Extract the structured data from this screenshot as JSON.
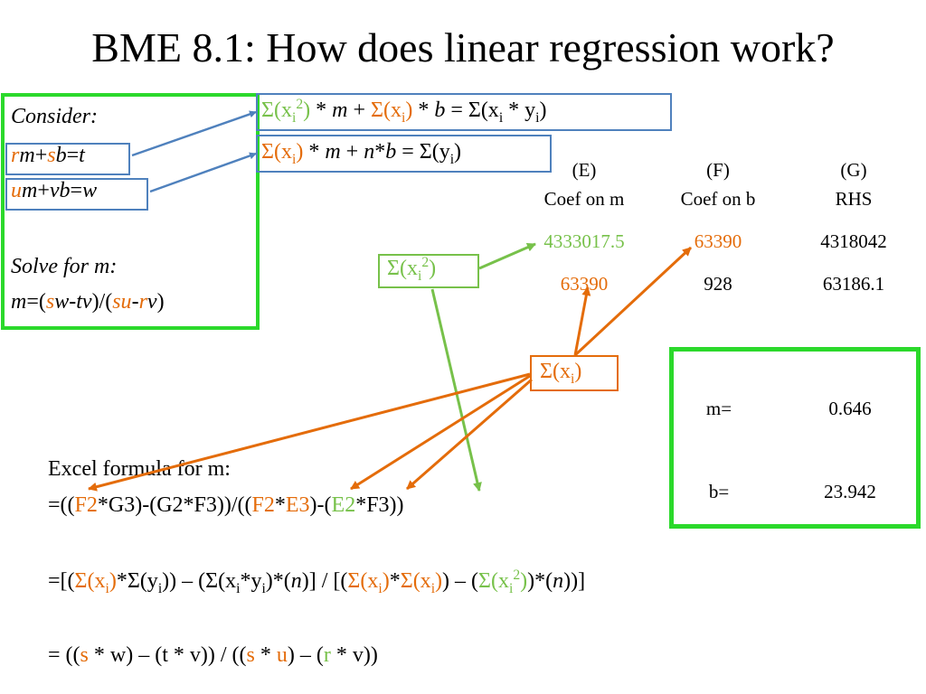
{
  "title": "BME 8.1: How does linear regression work?",
  "consider": {
    "label": "Consider:",
    "eq1": {
      "r": "r",
      "m": "m",
      "plus": "+",
      "s": "s",
      "b": "b",
      "eq": "=",
      "t": "t"
    },
    "eq2": {
      "u": "u",
      "m": "m",
      "plus": "+",
      "v": "v",
      "b": "b",
      "eq": "=",
      "w": "w"
    },
    "solve_label": "Solve for m:",
    "solution": {
      "lhs": "m",
      "eq_open": "=(",
      "s1": "s",
      "w1": "w",
      "minus1": "-",
      "t1": "t",
      "v1": "v",
      "close_div": ")/(",
      "s2": "su",
      "minus2": "-",
      "r2": "r",
      "v2": "v",
      "close": ")"
    }
  },
  "normal_eq1": {
    "sum_x2": "Σ(x",
    "i": "i",
    "sq": "2",
    "close": ")",
    "times_m": " * ",
    "m": "m",
    "plus": " + ",
    "sum_x": "Σ(x",
    "times_b": " * ",
    "b": "b",
    "rhs": " = Σ(x",
    "i2": "i",
    "times": " * y",
    "close2": ")"
  },
  "normal_eq2": {
    "sum_x": "Σ(x",
    "i": "i",
    "close": ")",
    "times_m": " * ",
    "m": "m",
    "plus": " + ",
    "n": "n",
    "star": "*",
    "b": "b",
    "rhs": " = Σ(y",
    "close2": ")"
  },
  "table": {
    "headers": [
      {
        "col": "(E)",
        "label": "Coef on m"
      },
      {
        "col": "(F)",
        "label": "Coef on b"
      },
      {
        "col": "(G)",
        "label": "RHS"
      }
    ],
    "rows": [
      [
        "4333017.5",
        "63390",
        "4318042"
      ],
      [
        "63390",
        "928",
        "63186.1"
      ]
    ]
  },
  "label_sum_x2": {
    "text": "Σ(x",
    "i": "i",
    "sq": "2",
    "close": ")"
  },
  "label_sum_x": {
    "text": "Σ(x",
    "i": "i",
    "close": ")"
  },
  "results": [
    {
      "label": "m=",
      "value": "0.646"
    },
    {
      "label": "b=",
      "value": "23.942"
    }
  ],
  "excel": {
    "label": "Excel formula for m:",
    "formula": {
      "p1": "=((",
      "f2a": "F2",
      "p2": "*G3)-(G2*F3))/((",
      "f2b": "F2",
      "star": "*",
      "e3": "E3",
      "p3": ")-(",
      "e2": "E2",
      "p4": "*F3))"
    }
  },
  "sum_formula": {
    "p1": "=[(",
    "sx1": "Σ(x",
    "i": "i",
    "c": ")",
    "p2": "*Σ(y",
    "p3": ")) – (Σ(x",
    "p4": "*y",
    "p5": ")*(",
    "n": "n",
    "p6": ")] / [(",
    "sx2": "Σ(x",
    "star": "*",
    "sx3": "Σ(x",
    "p7": ") – (",
    "sx4": "Σ(x",
    "sq": "2",
    "p8": ")*(",
    "n2": "n",
    "p9": "))]"
  },
  "letter_formula": {
    "p1": "= ((",
    "s": "s",
    "p2": " * w) – (t * v)) / ((",
    "s2": "s",
    "p3": " * ",
    "u": "u",
    "p4": ") – (",
    "r": "r",
    "p5": " * v))"
  },
  "colors": {
    "orange": "#e46c0a",
    "green": "#77c14a",
    "bright_green": "#2bd92b",
    "blue": "#4f81bd"
  }
}
